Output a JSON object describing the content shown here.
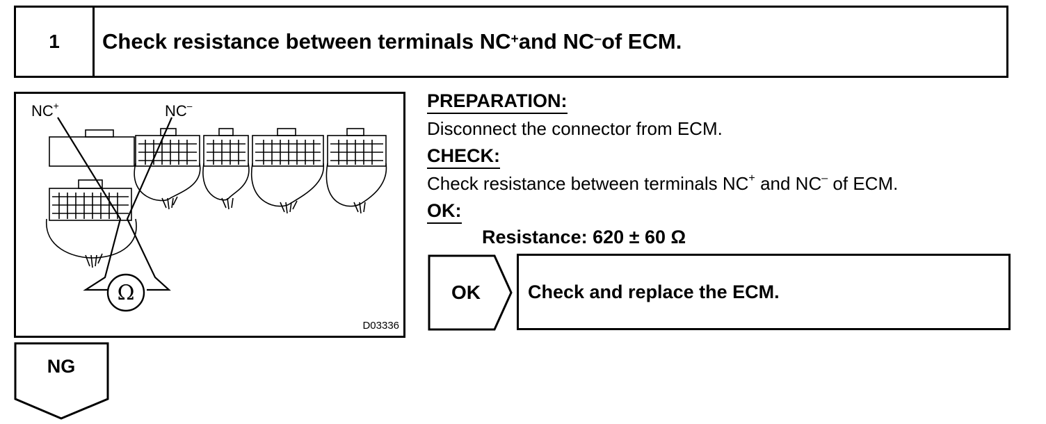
{
  "step": {
    "number": "1",
    "title_part1": "Check resistance between terminals NC",
    "title_sup1": "+",
    "title_part2": " and NC",
    "title_sup2": "–",
    "title_part3": " of ECM."
  },
  "figure": {
    "label_nc_plus": "NC",
    "label_nc_plus_sup": "+",
    "label_nc_minus": "NC",
    "label_nc_minus_sup": "–",
    "ohm_symbol": "Ω",
    "code": "D03336"
  },
  "procedure": {
    "preparation_heading": "PREPARATION:",
    "preparation_text": "Disconnect the connector from ECM.",
    "check_heading": "CHECK:",
    "check_part1": "Check resistance between terminals NC",
    "check_sup1": "+",
    "check_part2": " and NC",
    "check_sup2": "–",
    "check_part3": " of ECM.",
    "ok_heading": "OK:",
    "resistance_spec": "Resistance: 620 ± 60 Ω"
  },
  "result_ok": {
    "label": "OK",
    "action": "Check and replace the ECM."
  },
  "result_ng": {
    "label": "NG"
  }
}
